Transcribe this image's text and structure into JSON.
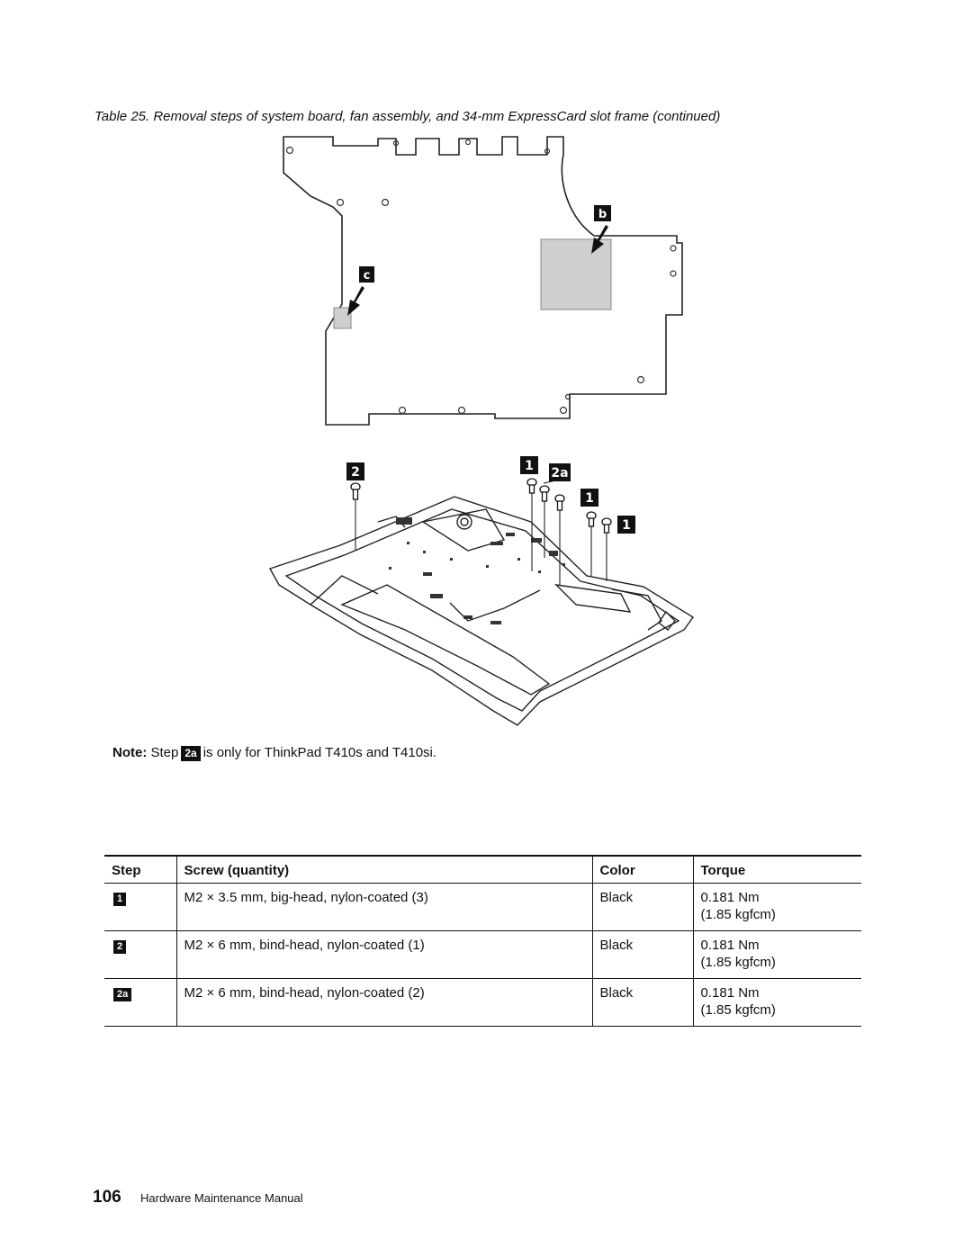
{
  "caption": "Table 25. Removal steps of system board, fan assembly, and 34-mm ExpressCard slot frame (continued)",
  "figure": {
    "callouts": {
      "b": "b",
      "c": "c",
      "step1": "1",
      "step2": "2",
      "step2a": "2a"
    }
  },
  "note": {
    "label": "Note:",
    "before": "Step",
    "badge": "2a",
    "after": "is only for ThinkPad T410s and T410si."
  },
  "table": {
    "headers": {
      "step": "Step",
      "screw": "Screw (quantity)",
      "color": "Color",
      "torque": "Torque"
    },
    "rows": [
      {
        "step": "1",
        "screw": "M2 × 3.5 mm, big-head, nylon-coated (3)",
        "color": "Black",
        "torque_nm": "0.181 Nm",
        "torque_kgf": "(1.85 kgfcm)"
      },
      {
        "step": "2",
        "screw": "M2 × 6 mm, bind-head, nylon-coated (1)",
        "color": "Black",
        "torque_nm": "0.181 Nm",
        "torque_kgf": "(1.85 kgfcm)"
      },
      {
        "step": "2a",
        "screw": "M2 × 6 mm, bind-head, nylon-coated (2)",
        "color": "Black",
        "torque_nm": "0.181 Nm",
        "torque_kgf": "(1.85 kgfcm)"
      }
    ]
  },
  "footer": {
    "page_number": "106",
    "title": "Hardware Maintenance Manual"
  }
}
